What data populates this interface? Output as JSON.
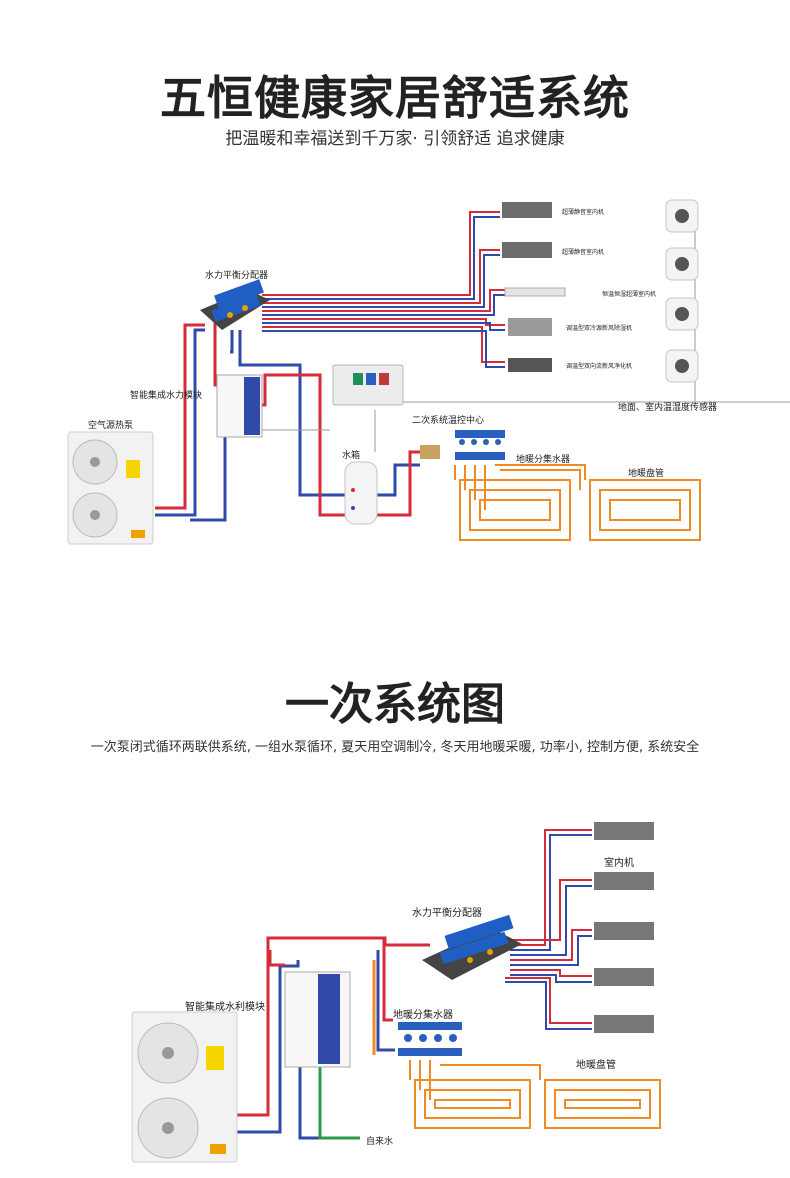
{
  "header": {
    "title": "五恒健康家居舒适系统",
    "subtitle": "把温暖和幸福送到千万家· 引领舒适 追求健康"
  },
  "diagram1": {
    "labels": {
      "distributor": "水力平衡分配器",
      "module": "智能集成水力模块",
      "heat_pump": "空气源热泵",
      "controller": "二次系统温控中心",
      "tank": "水箱",
      "manifold": "地暖分集水器",
      "floor_coil": "地暖盘管",
      "sensors": "地面、室内温湿度传感器",
      "unit1": "超薄静音室内机",
      "unit2": "超薄静音室内机",
      "unit3": "恒温恒湿超薄室内机",
      "unit4": "调温型双冷源新风除湿机",
      "unit5": "调温型双向流新风净化机"
    }
  },
  "section2": {
    "title": "一次系统图",
    "description": "一次泵闭式循环两联供系统, 一组水泵循环, 夏天用空调制冷, 冬天用地暖采暖, 功率小, 控制方便, 系统安全"
  },
  "diagram2": {
    "labels": {
      "indoor_unit": "室内机",
      "distributor": "水力平衡分配器",
      "module": "智能集成水利模块",
      "manifold": "地暖分集水器",
      "floor_coil": "地暖盘管",
      "tap_water": "自来水"
    }
  },
  "colors": {
    "supply": "#d62b3a",
    "return": "#2f4aa8",
    "floor_pipe": "#f08a24",
    "tap_water": "#2e9a45",
    "signal": "#9a9a9a"
  }
}
